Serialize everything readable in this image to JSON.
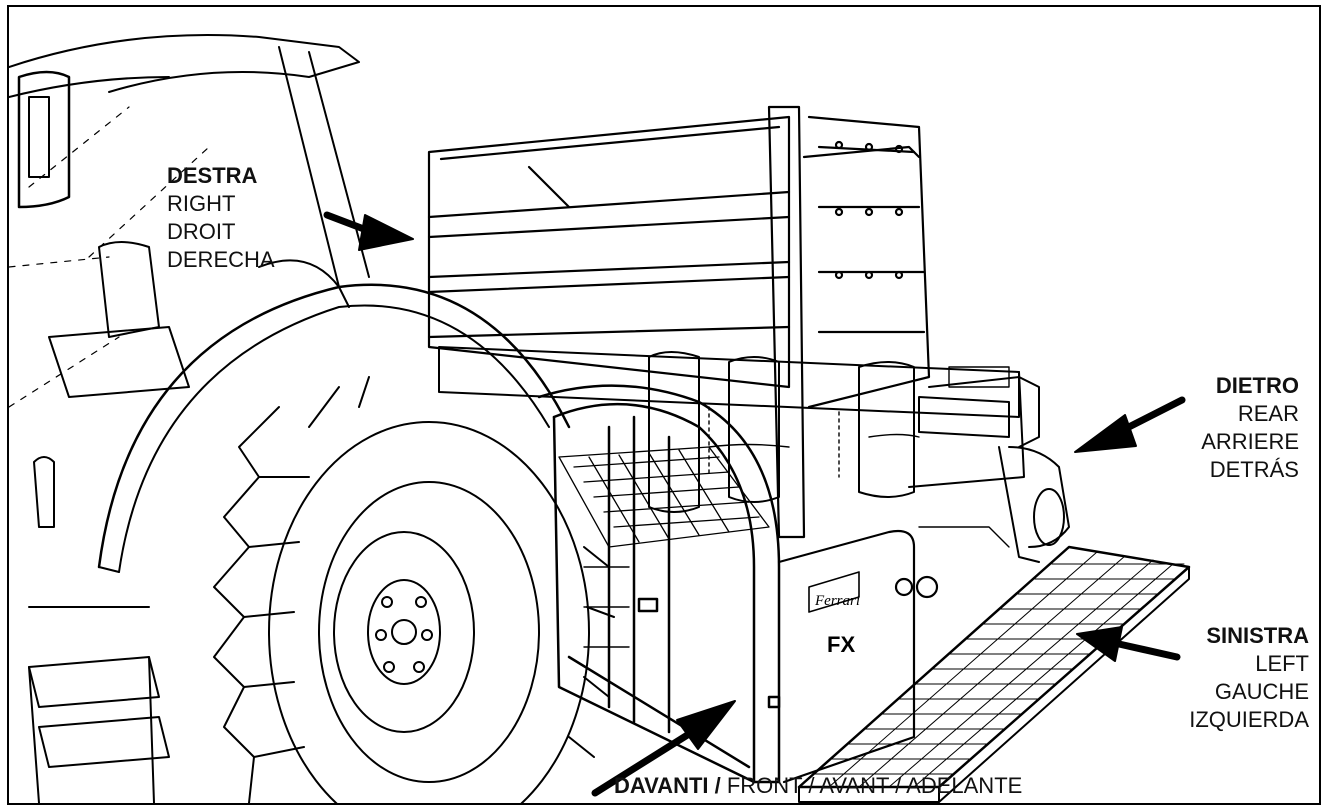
{
  "labels": {
    "destra": {
      "title": "DESTRA",
      "lines": [
        "RIGHT",
        "DROIT",
        "DERECHA"
      ]
    },
    "dietro": {
      "title": "DIETRO",
      "lines": [
        "REAR",
        "ARRIERE",
        "DETRÁS"
      ]
    },
    "sinistra": {
      "title": "SINISTRA",
      "lines": [
        "LEFT",
        "GAUCHE",
        "IZQUIERDA"
      ]
    },
    "davanti": {
      "title": "DAVANTI",
      "sep": " / ",
      "rest": "FRONT / AVANT / ADELANTE"
    }
  },
  "machine": {
    "brand": "Ferrari",
    "model": "FX"
  },
  "colors": {
    "ink": "#000000",
    "paper": "#ffffff"
  }
}
